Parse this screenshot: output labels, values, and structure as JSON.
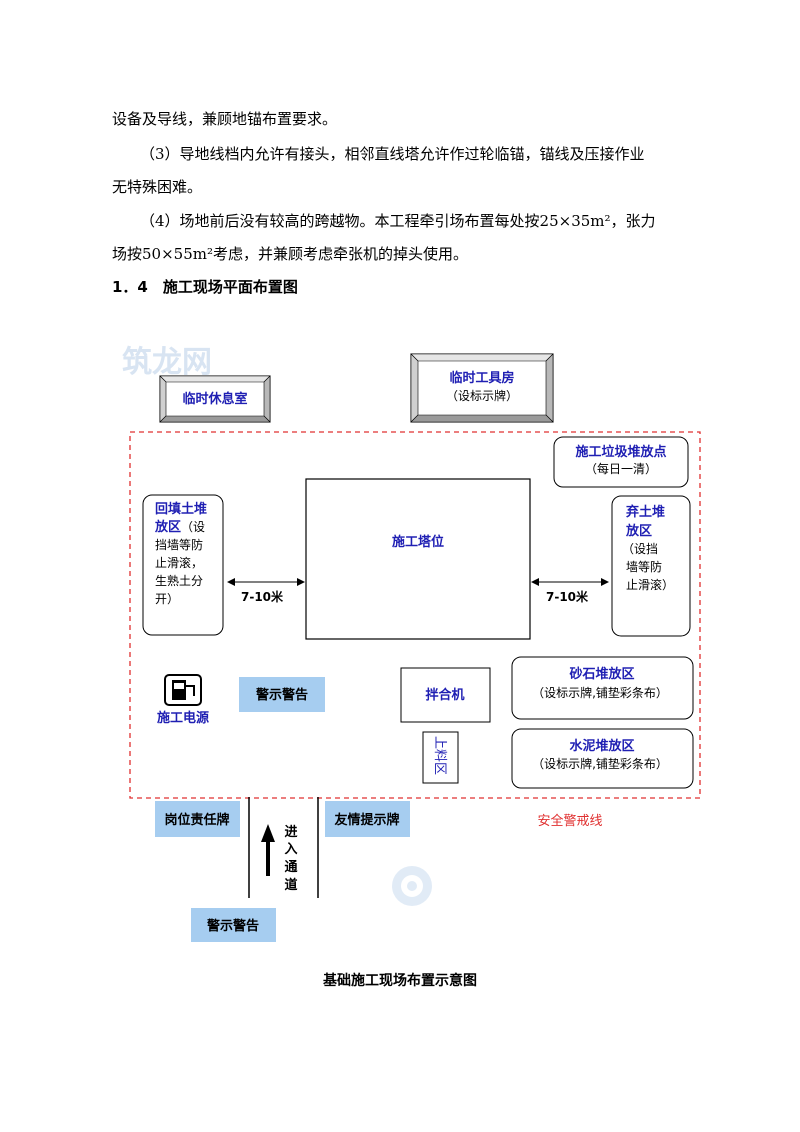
{
  "text": {
    "line1": "设备及导线，兼顾地锚布置要求。",
    "line2": "（3）导地线档内允许有接头，相邻直线塔允许作过轮临锚，锚线及压接作业",
    "line3": "无特殊困难。",
    "line4": "（4）场地前后没有较高的跨越物。本工程牵引场布置每处按25×35m²，张力",
    "line5": "场按50×55m²考虑，并兼顾考虑牵张机的掉头使用。",
    "heading": "1．4　施工现场平面布置图"
  },
  "diagram": {
    "watermark": "筑龙网",
    "rest_room": "临时休息室",
    "tool_room": "临时工具房",
    "tool_room_note": "（设标示牌）",
    "garbage_title": "施工垃圾堆放点",
    "garbage_note": "（每日一清）",
    "backfill_title_1": "回填土堆",
    "backfill_title_2": "放区",
    "backfill_note_1": "（设",
    "backfill_note_2": "挡墙等防",
    "backfill_note_3": "止滑滚，",
    "backfill_note_4": "生熟土分",
    "backfill_note_5": "开）",
    "tower": "施工塔位",
    "spoil_title_1": "弃土堆",
    "spoil_title_2": "放区",
    "spoil_note_1": "（设挡",
    "spoil_note_2": "墙等防",
    "spoil_note_3": "止滑滚）",
    "distance_left": "7-10米",
    "distance_right": "7-10米",
    "gravel_title": "砂石堆放区",
    "gravel_note": "（设标示牌,铺垫彩条布）",
    "mixer": "拌合机",
    "power": "施工电源",
    "warning_1": "警示警告",
    "soil_area": "上料区",
    "cement_title": "水泥堆放区",
    "cement_note": "（设标示牌,铺垫彩条布）",
    "post_sign": "岗位责任牌",
    "friendly_sign": "友情提示牌",
    "safety_line": "安全警戒线",
    "entry_1": "进",
    "entry_2": "入",
    "entry_3": "通",
    "entry_4": "道",
    "warning_2": "警示警告",
    "caption": "基础施工现场布置示意图"
  },
  "colors": {
    "label_blue": "#1f1fb3",
    "sign_fill": "#a6cdf0",
    "dashed_red": "#e03030"
  }
}
